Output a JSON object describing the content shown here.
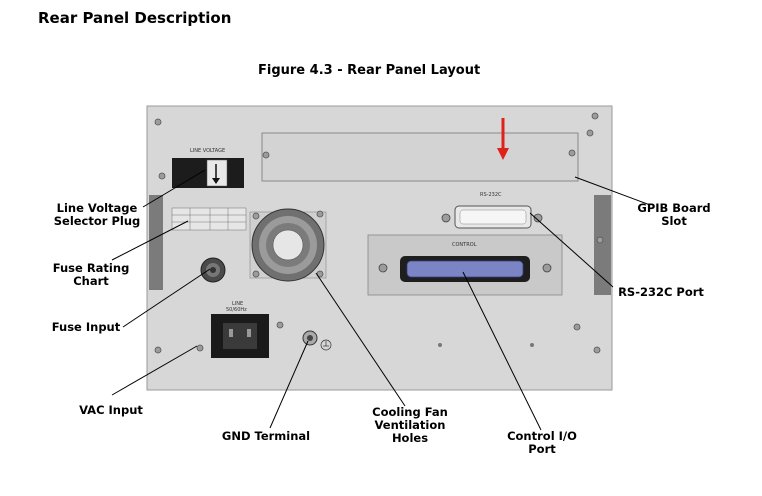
{
  "section_title": "Rear Panel Description",
  "figure_title": "Figure 4.3 - Rear Panel Layout",
  "panel_labels": {
    "line_voltage": "LINE VOLTAGE",
    "rs232c": "RS-232C",
    "control": "CONTROL",
    "line": "LINE",
    "freq": "50/60Hz"
  },
  "callouts": {
    "line_voltage_selector": [
      "Line Voltage",
      "Selector Plug"
    ],
    "fuse_rating_chart": [
      "Fuse Rating",
      "Chart"
    ],
    "fuse_input": "Fuse Input",
    "vac_input": "VAC Input",
    "gnd_terminal": "GND Terminal",
    "cooling_fan": [
      "Cooling Fan",
      "Ventilation",
      "Holes"
    ],
    "control_io": [
      "Control I/O",
      "Port"
    ],
    "rs232c_port": "RS-232C Port",
    "gpib_slot": [
      "GPIB Board",
      "Slot"
    ]
  },
  "colors": {
    "panel": "#d6d7d6",
    "arrow": "#e0201a",
    "plate": "#c8c9c8"
  }
}
